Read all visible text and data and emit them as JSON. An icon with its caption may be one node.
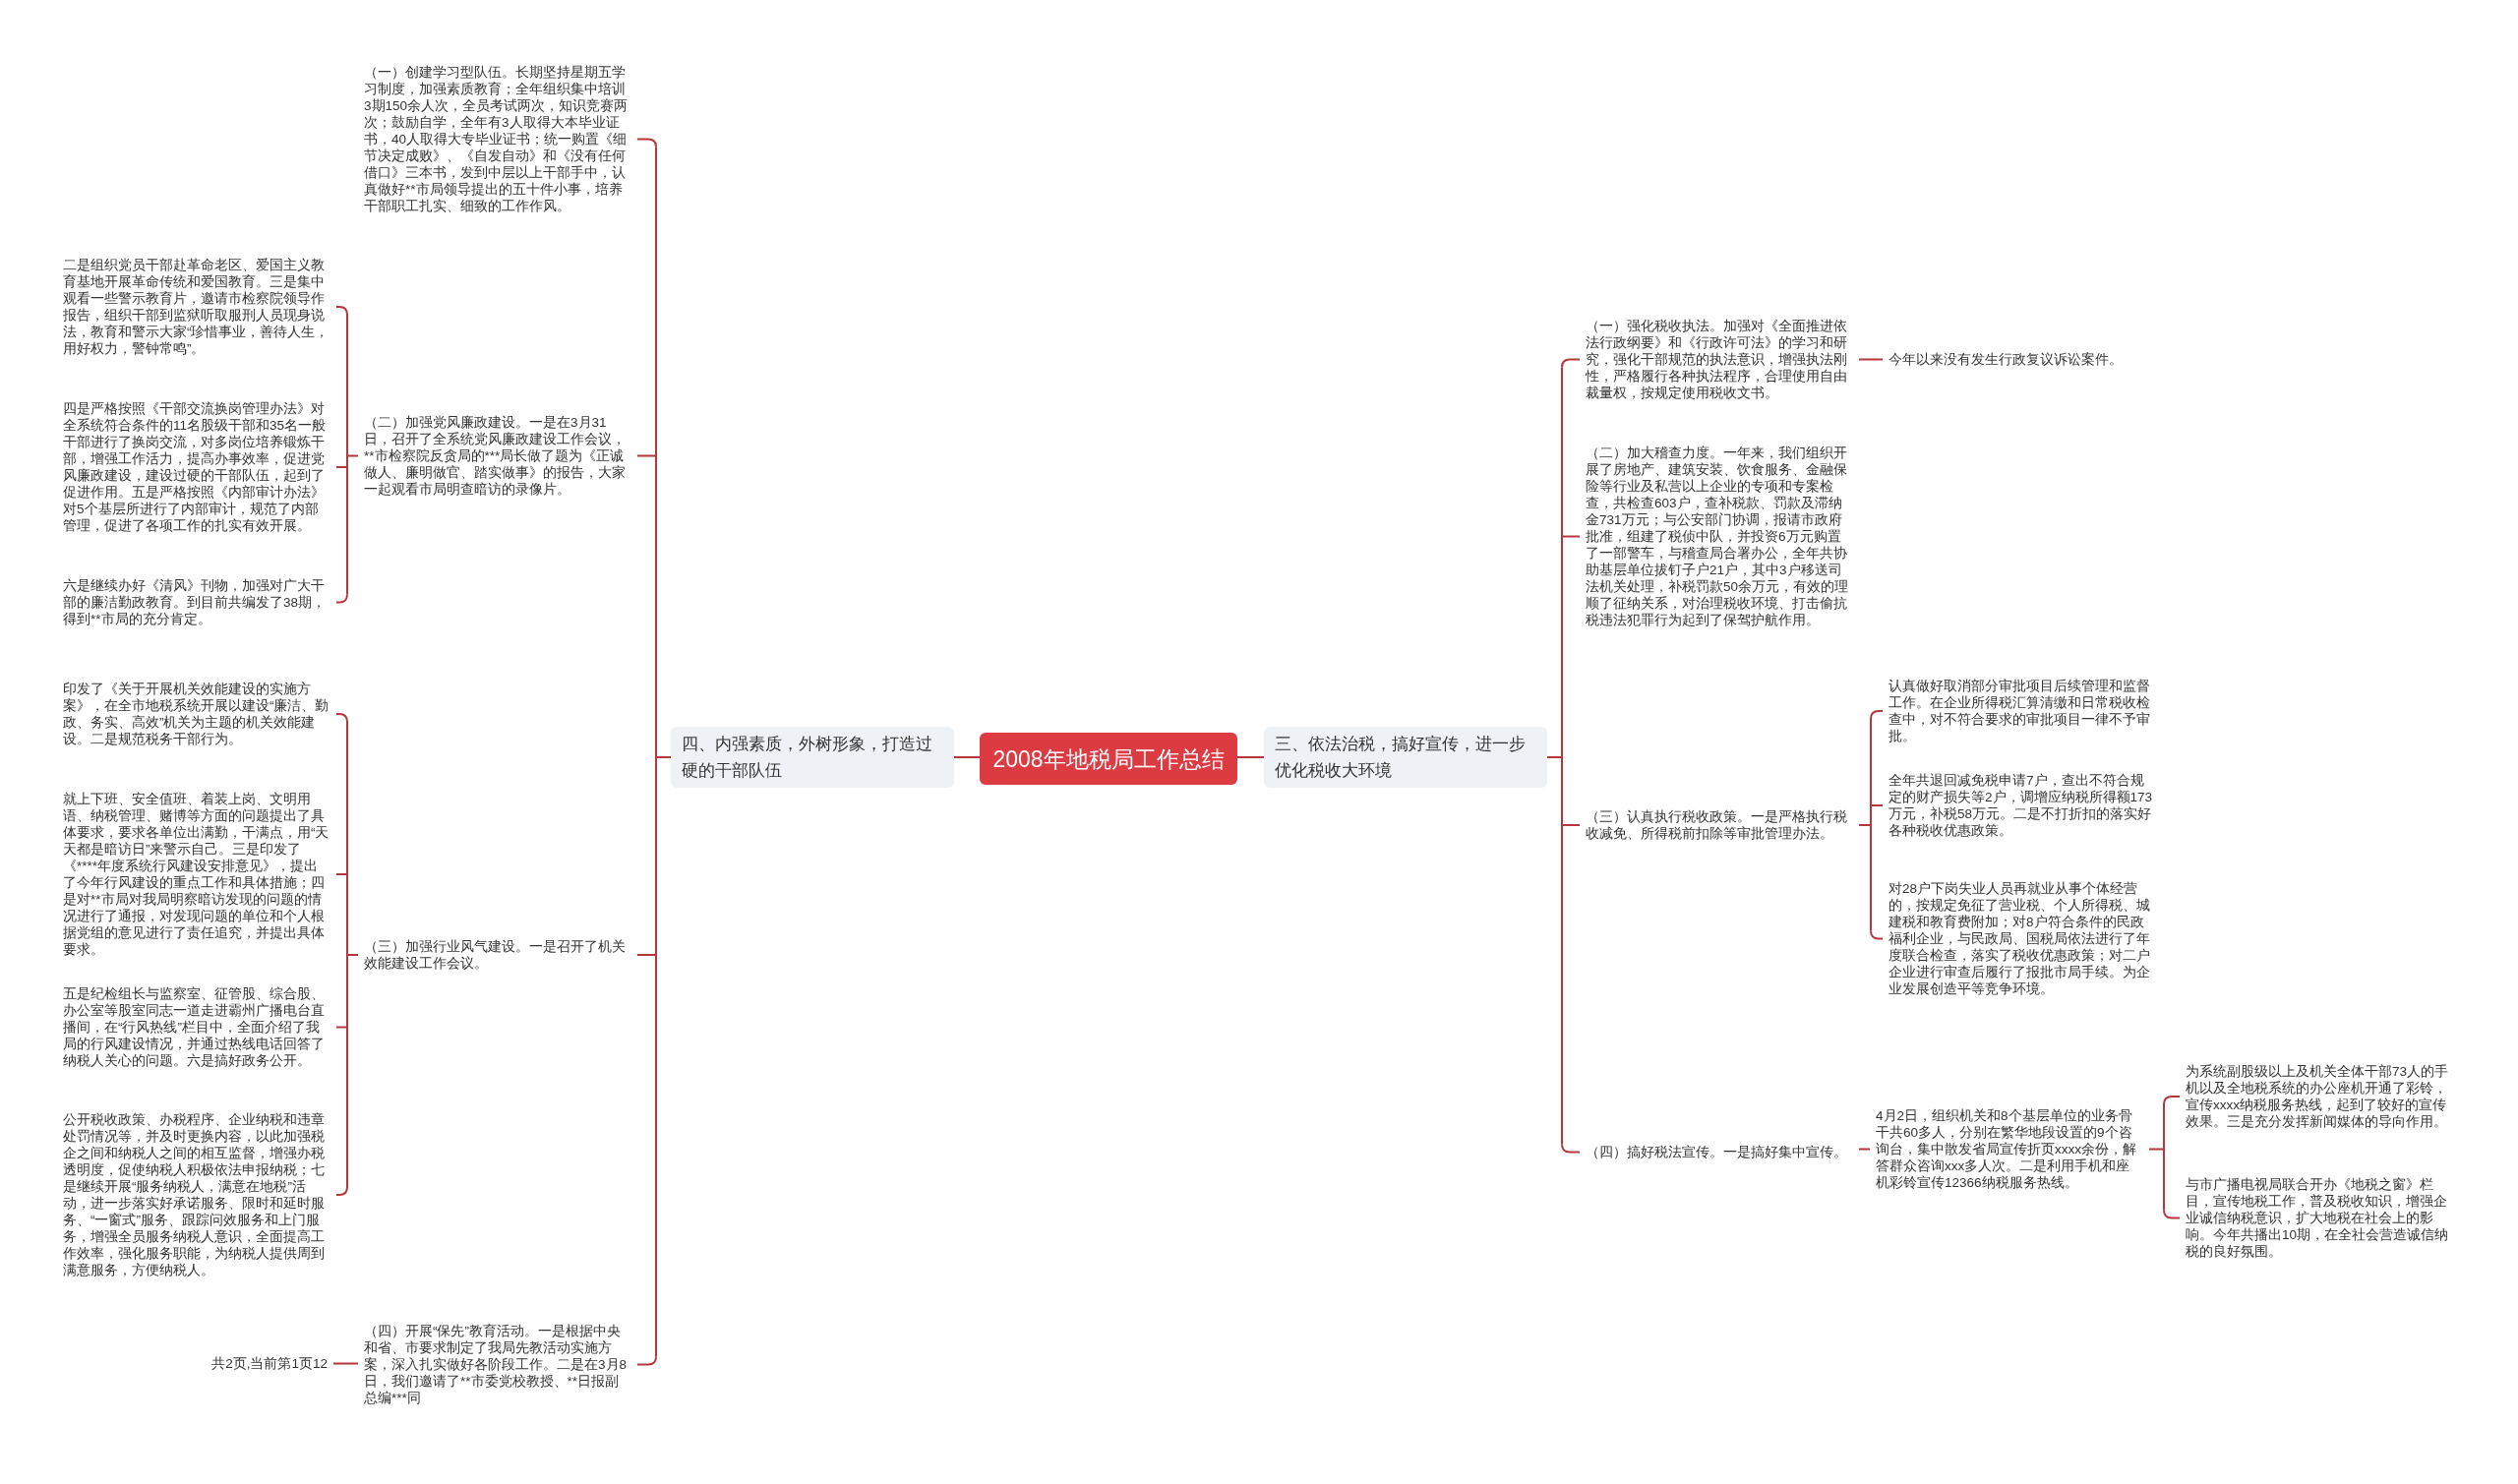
{
  "diagram": {
    "nodes": [
      {
        "text": [
          "2008年地税局工作总结"
        ]
      },
      {
        "text": [
          "四、内强素质，外树形象，打造过硬的干部队伍"
        ]
      },
      {
        "text": [
          "（一）创建学习型队伍。长期坚持星期五学习制度，加强素质教育；全年组织集中培训3期150余人次，全员考试两次，知识竞赛两次；鼓励自学，全年有3人取得大本毕业证书，40人取得大专毕业证书；统一购置《细节决定成败》、《自发自动》和《没有任何借口》三本书，发到中层以上干部手中，认真做好**市局领导提出的五十件小事，培养干部职工扎实、细致的工作作风。"
        ]
      },
      {
        "text": [
          "（二）加强党风廉政建设。一是在3月31日，召开了全系统党风廉政建设工作会议，**市检察院反贪局的***局长做了题为《正诚做人、廉明做官、踏实做事》的报告，大家一起观看市局明查暗访的录像片。"
        ]
      },
      {
        "text": [
          "二是组织党员干部赴革命老区、爱国主义教育基地开展革命传统和爱国教育。三是集中观看一些警示教育片，邀请市检察院领导作报告，组织干部到监狱听取服刑人员现身说法，教育和警示大家“珍惜事业，善待人生，用好权力，警钟常鸣”。"
        ]
      },
      {
        "text": [
          "四是严格按照《干部交流换岗管理办法》对全系统符合条件的11名股级干部和35名一般干部进行了换岗交流，对多岗位培养锻炼干部，增强工作活力，提高办事效率，促进党风廉政建设，建设过硬的干部队伍，起到了促进作用。五是严格按照《内部审计办法》对5个基层所进行了内部审计，规范了内部管理，促进了各项工作的扎实有效开展。"
        ]
      },
      {
        "text": [
          "六是继续办好《清风》刊物，加强对广大干部的廉洁勤政教育。到目前共编发了38期，得到**市局的充分肯定。"
        ]
      },
      {
        "text": [
          "（三）加强行业风气建设。一是召开了机关效能建设工作会议。"
        ]
      },
      {
        "text": [
          "印发了《关于开展机关效能建设的实施方案》，在全市地税系统开展以建设“廉洁、勤政、务实、高效”机关为主题的机关效能建设。二是规范税务干部行为。"
        ]
      },
      {
        "text": [
          "就上下班、安全值班、着装上岗、文明用语、纳税管理、赌博等方面的问题提出了具体要求，要求各单位出满勤，干满点，用“天天都是暗访日”来警示自己。三是印发了《****年度系统行风建设安排意见》，提出了今年行风建设的重点工作和具体措施；四是对**市局对我局明察暗访发现的问题的情况进行了通报，对发现问题的单位和个人根据党组的意见进行了责任追究，并提出具体要求。"
        ]
      },
      {
        "text": [
          "五是纪检组长与监察室、征管股、综合股、办公室等股室同志一道走进霸州广播电台直播间，在“行风热线”栏目中，全面介绍了我局的行风建设情况，并通过热线电话回答了纳税人关心的问题。六是搞好政务公开。"
        ]
      },
      {
        "text": [
          "公开税收政策、办税程序、企业纳税和违章处罚情况等，并及时更换内容，以此加强税企之间和纳税人之间的相互监督，增强办税透明度，促使纳税人积极依法申报纳税；七是继续开展“服务纳税人，满意在地税”活动，进一步落实好承诺服务、限时和延时服务、“一窗式”服务、跟踪问效服务和上门服务，增强全员服务纳税人意识，全面提高工作效率，强化服务职能，为纳税人提供周到满意服务，方便纳税人。"
        ]
      },
      {
        "text": [
          "（四）开展“保先”教育活动。一是根据中央和省、市要求制定了我局先教活动实施方案，深入扎实做好各阶段工作。二是在3月8日，我们邀请了**市委党校教授、**日报副总编***同"
        ]
      },
      {
        "text": [
          "共2页,当前第1页12"
        ]
      },
      {
        "text": [
          "三、依法治税，搞好宣传，进一步优化税收大环境"
        ]
      },
      {
        "text": [
          "（一）强化税收执法。加强对《全面推进依法行政纲要》和《行政许可法》的学习和研究，强化干部规范的执法意识，增强执法刚性，严格履行各种执法程序，合理使用自由裁量权，按规定使用税收文书。"
        ]
      },
      {
        "text": [
          "今年以来没有发生行政复议诉讼案件。"
        ]
      },
      {
        "text": [
          "（二）加大稽查力度。一年来，我们组织开展了房地产、建筑安装、饮食服务、金融保险等行业及私营以上企业的专项和专案检查，共检查603户，查补税款、罚款及滞纳金731万元；与公安部门协调，报请市政府批准，组建了税侦中队，并投资6万元购置了一部警车，与稽查局合署办公，全年共协助基层单位拔钉子户21户，其中3户移送司法机关处理，补税罚款50余万元，有效的理顺了征纳关系，对治理税收环境、打击偷抗税违法犯罪行为起到了保驾护航作用。"
        ]
      },
      {
        "text": [
          "（三）认真执行税收政策。一是严格执行税收减免、所得税前扣除等审批管理办法。"
        ]
      },
      {
        "text": [
          "认真做好取消部分审批项目后续管理和监督工作。在企业所得税汇算清缴和日常税收检查中，对不符合要求的审批项目一律不予审批。"
        ]
      },
      {
        "text": [
          "全年共退回减免税申请7户，查出不符合规定的财产损失等2户，调增应纳税所得额173万元，补税58万元。二是不打折扣的落实好各种税收优惠政策。"
        ]
      },
      {
        "text": [
          "对28户下岗失业人员再就业从事个体经营的，按规定免征了营业税、个人所得税、城建税和教育费附加；对8户符合条件的民政福利企业，与民政局、国税局依法进行了年度联合检查，落实了税收优惠政策；对二户企业进行审查后履行了报批市局手续。为企业发展创造平等竞争环境。"
        ]
      },
      {
        "text": [
          "（四）搞好税法宣传。一是搞好集中宣传。"
        ]
      },
      {
        "text": [
          "4月2日，组织机关和8个基层单位的业务骨干共60多人，分别在繁华地段设置的9个咨询台，集中散发省局宣传折页xxxx余份，解答群众咨询xxx多人次。二是利用手机和座机彩铃宣传12366纳税服务热线。"
        ]
      },
      {
        "text": [
          "为系统副股级以上及机关全体干部73人的手机以及全地税系统的办公座机开通了彩铃，宣传xxxx纳税服务热线，起到了较好的宣传效果。三是充分发挥新闻媒体的导向作用。"
        ]
      },
      {
        "text": [
          "与市广播电视局联合开办《地税之窗》栏目，宣传地税工作，普及税收知识，增强企业诚信纳税意识，扩大地税在社会上的影响。今年共播出10期，在全社会营造诚信纳税的良好氛围。"
        ]
      }
    ],
    "edges": [
      {
        "from": 0,
        "to": 1,
        "arrow": "none"
      },
      {
        "from": 1,
        "to": 2,
        "arrow": "none"
      },
      {
        "from": 1,
        "to": 3,
        "arrow": "none"
      },
      {
        "from": 3,
        "to": 4,
        "arrow": "none"
      },
      {
        "from": 3,
        "to": 5,
        "arrow": "none"
      },
      {
        "from": 3,
        "to": 6,
        "arrow": "none"
      },
      {
        "from": 1,
        "to": 7,
        "arrow": "none"
      },
      {
        "from": 7,
        "to": 8,
        "arrow": "none"
      },
      {
        "from": 7,
        "to": 9,
        "arrow": "none"
      },
      {
        "from": 7,
        "to": 10,
        "arrow": "none"
      },
      {
        "from": 7,
        "to": 11,
        "arrow": "none"
      },
      {
        "from": 1,
        "to": 12,
        "arrow": "none"
      },
      {
        "from": 12,
        "to": 13,
        "arrow": "none"
      },
      {
        "from": 0,
        "to": 14,
        "arrow": "none"
      },
      {
        "from": 14,
        "to": 15,
        "arrow": "none"
      },
      {
        "from": 15,
        "to": 16,
        "arrow": "none"
      },
      {
        "from": 14,
        "to": 17,
        "arrow": "none"
      },
      {
        "from": 14,
        "to": 18,
        "arrow": "none"
      },
      {
        "from": 18,
        "to": 19,
        "arrow": "none"
      },
      {
        "from": 18,
        "to": 20,
        "arrow": "none"
      },
      {
        "from": 18,
        "to": 21,
        "arrow": "none"
      },
      {
        "from": 14,
        "to": 22,
        "arrow": "none"
      },
      {
        "from": 22,
        "to": 23,
        "arrow": "none"
      },
      {
        "from": 23,
        "to": 24,
        "arrow": "none"
      },
      {
        "from": 23,
        "to": 25,
        "arrow": "none"
      }
    ]
  }
}
